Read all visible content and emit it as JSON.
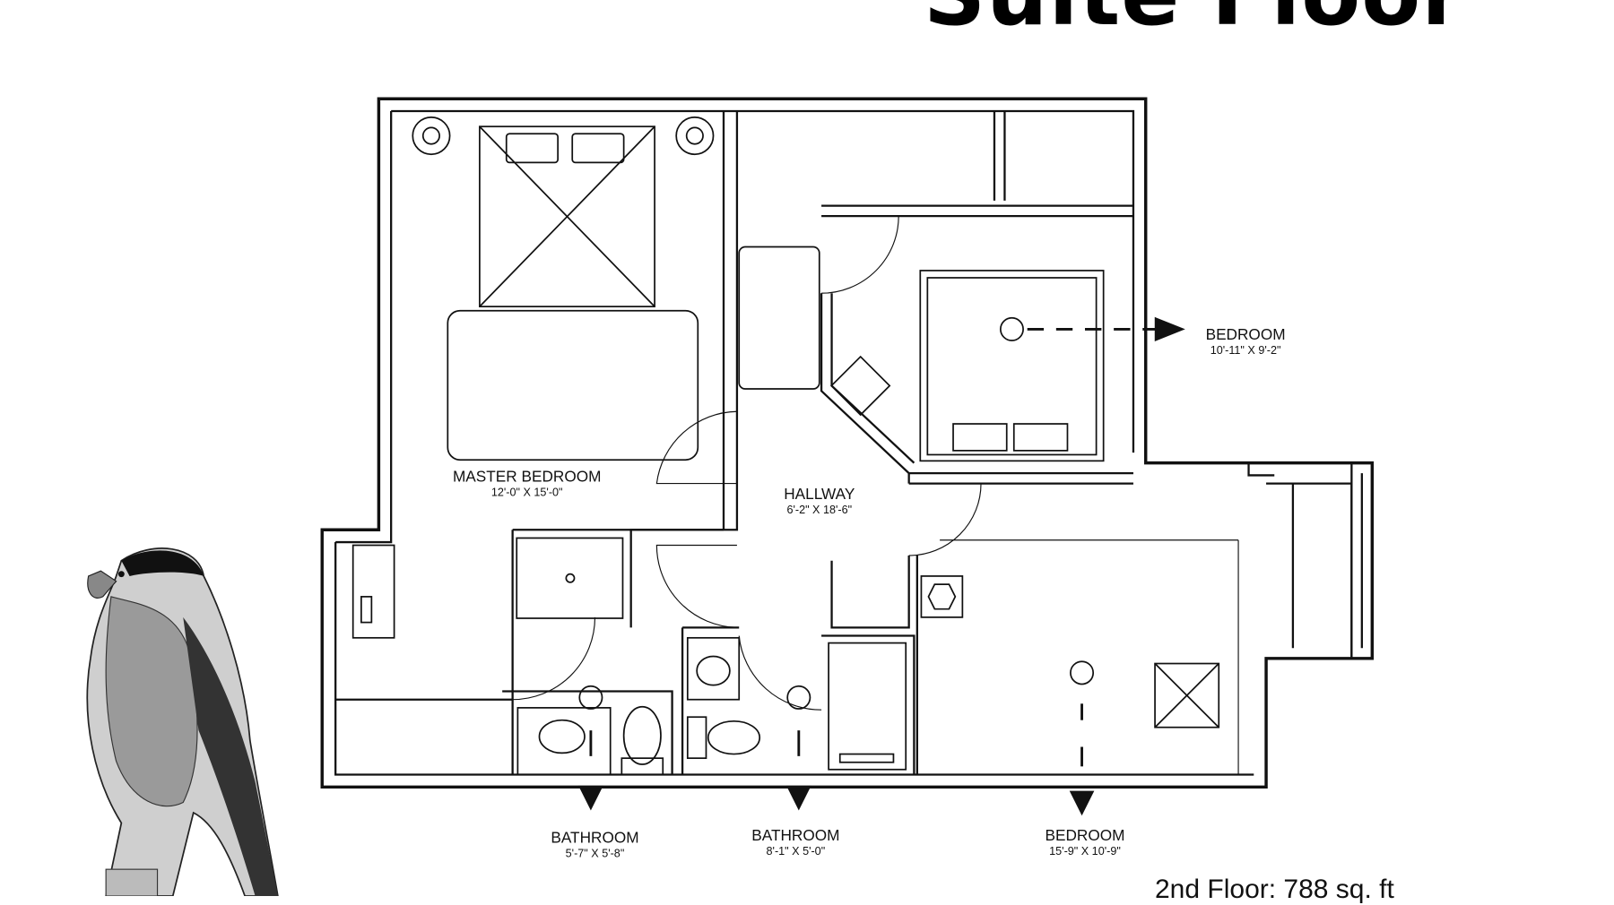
{
  "title": "Suite Floor",
  "footer": "2nd Floor: 788 sq. ft",
  "rooms": [
    {
      "name": "MASTER BEDROOM",
      "size": "12'-0\" X 15'-0\""
    },
    {
      "name": "HALLWAY",
      "size": "6'-2\" X 18'-6\""
    },
    {
      "name": "BEDROOM",
      "size": "10'-11\" X 9'-2\""
    },
    {
      "name": "BATHROOM",
      "size": "5'-7\" X 5'-8\""
    },
    {
      "name": "BATHROOM",
      "size": "8'-1\" X 5'-0\""
    },
    {
      "name": "BEDROOM",
      "size": "15'-9\" X 10'-9\""
    }
  ],
  "colors": {
    "ink": "#111111",
    "background": "#ffffff"
  }
}
